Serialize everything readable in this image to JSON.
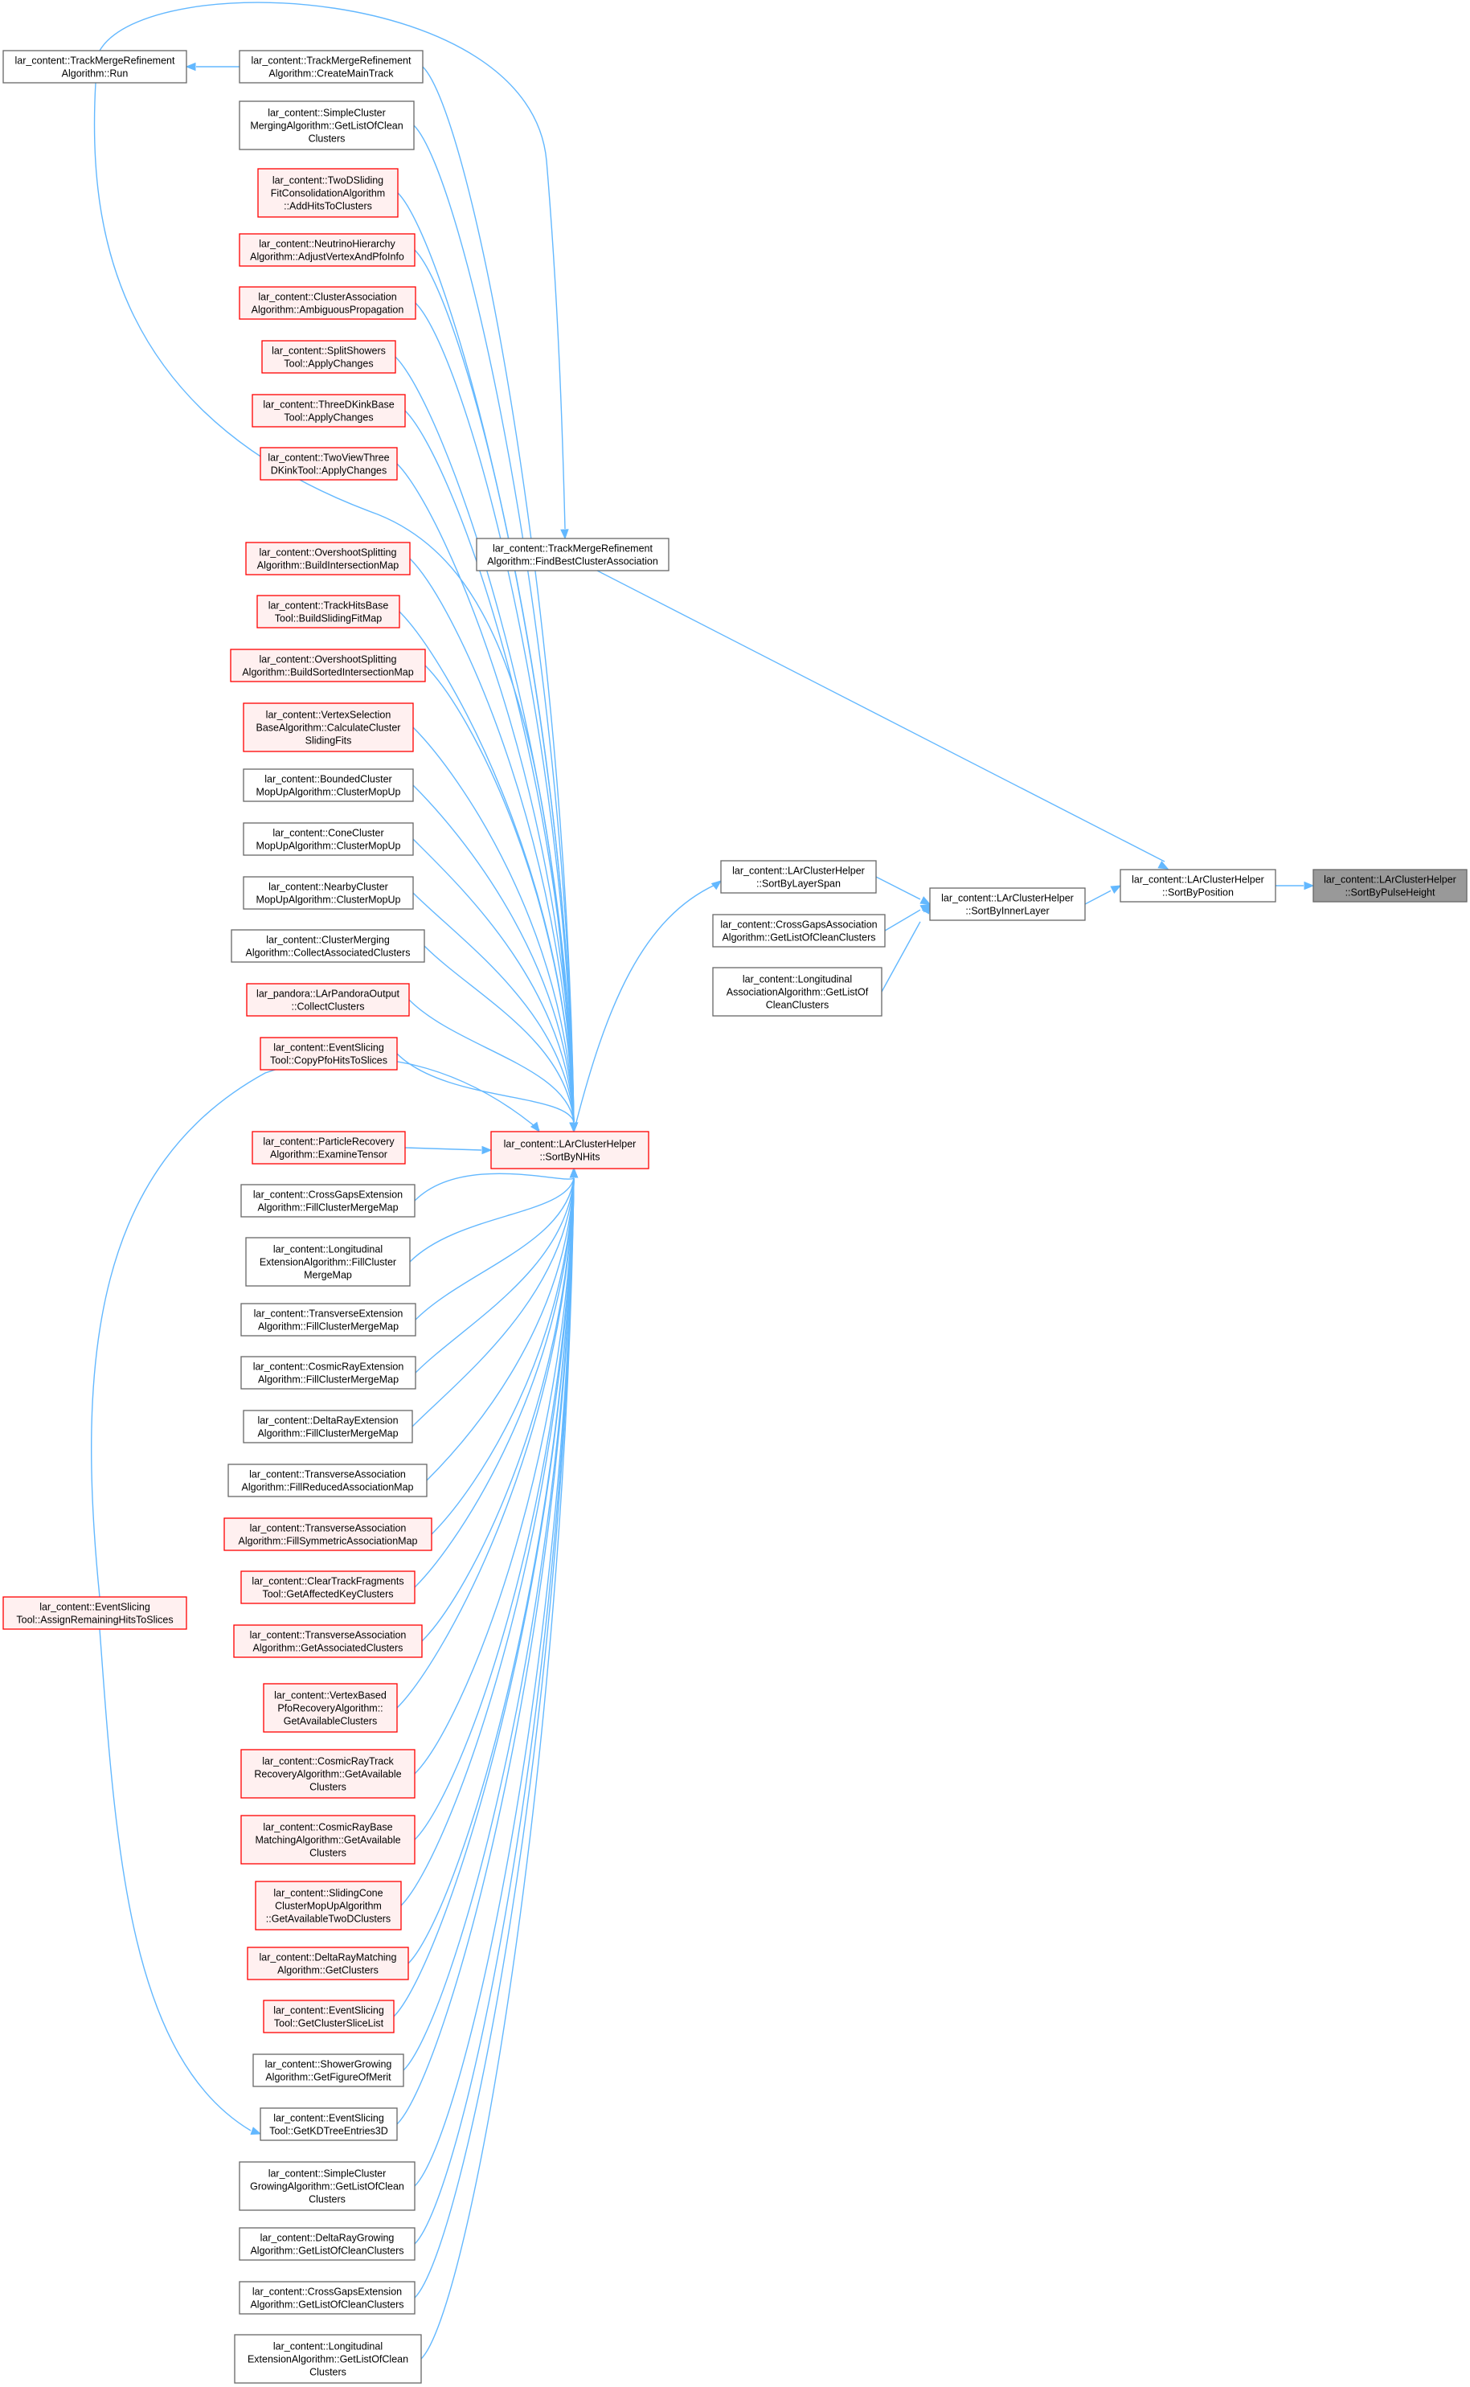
{
  "colors": {
    "edge": "#63b8ff",
    "node_fill": "#ffffff",
    "node_border": "#666666",
    "truncated_fill": "#fff0f0",
    "truncated_border": "#ff0000",
    "focus_fill": "#999999",
    "focus_border": "#666666"
  },
  "nodes": {
    "n_target": {
      "lines": [
        "lar_content::LArClusterHelper",
        "::SortByPulseHeight"
      ],
      "style": "focus"
    },
    "n_sortbypos": {
      "lines": [
        "lar_content::LArClusterHelper",
        "::SortByPosition"
      ],
      "style": "normal"
    },
    "n_sortinner": {
      "lines": [
        "lar_content::LArClusterHelper",
        "::SortByInnerLayer"
      ],
      "style": "normal"
    },
    "n_sortlayerspan": {
      "lines": [
        "lar_content::LArClusterHelper",
        "::SortByLayerSpan"
      ],
      "style": "normal"
    },
    "n_cgassoc": {
      "lines": [
        "lar_content::CrossGapsAssociation",
        "Algorithm::GetListOfCleanClusters"
      ],
      "style": "normal"
    },
    "n_longassoc": {
      "lines": [
        "lar_content::Longitudinal",
        "AssociationAlgorithm::GetListOf",
        "CleanClusters"
      ],
      "style": "normal"
    },
    "n_findbest": {
      "lines": [
        "lar_content::TrackMergeRefinement",
        "Algorithm::FindBestClusterAssociation"
      ],
      "style": "normal"
    },
    "n_sortbynhits": {
      "lines": [
        "lar_content::LArClusterHelper",
        "::SortByNHits"
      ],
      "style": "truncated"
    },
    "n_run": {
      "lines": [
        "lar_content::TrackMergeRefinement",
        "Algorithm::Run"
      ],
      "style": "normal"
    },
    "n_createmain": {
      "lines": [
        "lar_content::TrackMergeRefinement",
        "Algorithm::CreateMainTrack"
      ],
      "style": "normal"
    },
    "n_simplemerging": {
      "lines": [
        "lar_content::SimpleCluster",
        "MergingAlgorithm::GetListOfClean",
        "Clusters"
      ],
      "style": "normal"
    },
    "n_twodsliding": {
      "lines": [
        "lar_content::TwoDSliding",
        "FitConsolidationAlgorithm",
        "::AddHitsToClusters"
      ],
      "style": "truncated"
    },
    "n_neutrinohier": {
      "lines": [
        "lar_content::NeutrinoHierarchy",
        "Algorithm::AdjustVertexAndPfoInfo"
      ],
      "style": "truncated"
    },
    "n_clusterassoc": {
      "lines": [
        "lar_content::ClusterAssociation",
        "Algorithm::AmbiguousPropagation"
      ],
      "style": "truncated"
    },
    "n_splitshowers": {
      "lines": [
        "lar_content::SplitShowers",
        "Tool::ApplyChanges"
      ],
      "style": "truncated"
    },
    "n_threedkink": {
      "lines": [
        "lar_content::ThreeDKinkBase",
        "Tool::ApplyChanges"
      ],
      "style": "truncated"
    },
    "n_twoviewthree": {
      "lines": [
        "lar_content::TwoViewThree",
        "DKinkTool::ApplyChanges"
      ],
      "style": "truncated"
    },
    "n_overshoot1": {
      "lines": [
        "lar_content::OvershootSplitting",
        "Algorithm::BuildIntersectionMap"
      ],
      "style": "truncated"
    },
    "n_trackhitsbase": {
      "lines": [
        "lar_content::TrackHitsBase",
        "Tool::BuildSlidingFitMap"
      ],
      "style": "truncated"
    },
    "n_overshoot2": {
      "lines": [
        "lar_content::OvershootSplitting",
        "Algorithm::BuildSortedIntersectionMap"
      ],
      "style": "truncated"
    },
    "n_vertexsel": {
      "lines": [
        "lar_content::VertexSelection",
        "BaseAlgorithm::CalculateCluster",
        "SlidingFits"
      ],
      "style": "truncated"
    },
    "n_boundedcluster": {
      "lines": [
        "lar_content::BoundedCluster",
        "MopUpAlgorithm::ClusterMopUp"
      ],
      "style": "normal"
    },
    "n_conecluster": {
      "lines": [
        "lar_content::ConeCluster",
        "MopUpAlgorithm::ClusterMopUp"
      ],
      "style": "normal"
    },
    "n_nearbycluster": {
      "lines": [
        "lar_content::NearbyCluster",
        "MopUpAlgorithm::ClusterMopUp"
      ],
      "style": "normal"
    },
    "n_clustermerging": {
      "lines": [
        "lar_content::ClusterMerging",
        "Algorithm::CollectAssociatedClusters"
      ],
      "style": "normal"
    },
    "n_larpandora": {
      "lines": [
        "lar_pandora::LArPandoraOutput",
        "::CollectClusters"
      ],
      "style": "truncated"
    },
    "n_eventslicing_copy": {
      "lines": [
        "lar_content::EventSlicing",
        "Tool::CopyPfoHitsToSlices"
      ],
      "style": "truncated"
    },
    "n_particlerecovery": {
      "lines": [
        "lar_content::ParticleRecovery",
        "Algorithm::ExamineTensor"
      ],
      "style": "truncated"
    },
    "n_cgextension": {
      "lines": [
        "lar_content::CrossGapsExtension",
        "Algorithm::FillClusterMergeMap"
      ],
      "style": "normal"
    },
    "n_longext": {
      "lines": [
        "lar_content::Longitudinal",
        "ExtensionAlgorithm::FillCluster",
        "MergeMap"
      ],
      "style": "normal"
    },
    "n_transext": {
      "lines": [
        "lar_content::TransverseExtension",
        "Algorithm::FillClusterMergeMap"
      ],
      "style": "normal"
    },
    "n_cosmicext": {
      "lines": [
        "lar_content::CosmicRayExtension",
        "Algorithm::FillClusterMergeMap"
      ],
      "style": "normal"
    },
    "n_deltaext": {
      "lines": [
        "lar_content::DeltaRayExtension",
        "Algorithm::FillClusterMergeMap"
      ],
      "style": "normal"
    },
    "n_transassoc1": {
      "lines": [
        "lar_content::TransverseAssociation",
        "Algorithm::FillReducedAssociationMap"
      ],
      "style": "normal"
    },
    "n_transassoc2": {
      "lines": [
        "lar_content::TransverseAssociation",
        "Algorithm::FillSymmetricAssociationMap"
      ],
      "style": "truncated"
    },
    "n_cleartrack": {
      "lines": [
        "lar_content::ClearTrackFragments",
        "Tool::GetAffectedKeyClusters"
      ],
      "style": "truncated"
    },
    "n_transassoc3": {
      "lines": [
        "lar_content::TransverseAssociation",
        "Algorithm::GetAssociatedClusters"
      ],
      "style": "truncated"
    },
    "n_vertexbased": {
      "lines": [
        "lar_content::VertexBased",
        "PfoRecoveryAlgorithm::",
        "GetAvailableClusters"
      ],
      "style": "truncated"
    },
    "n_cosmictrack": {
      "lines": [
        "lar_content::CosmicRayTrack",
        "RecoveryAlgorithm::GetAvailable",
        "Clusters"
      ],
      "style": "truncated"
    },
    "n_cosmicbase": {
      "lines": [
        "lar_content::CosmicRayBase",
        "MatchingAlgorithm::GetAvailable",
        "Clusters"
      ],
      "style": "truncated"
    },
    "n_slidingcone": {
      "lines": [
        "lar_content::SlidingCone",
        "ClusterMopUpAlgorithm",
        "::GetAvailableTwoDClusters"
      ],
      "style": "truncated"
    },
    "n_deltamatching": {
      "lines": [
        "lar_content::DeltaRayMatching",
        "Algorithm::GetClusters"
      ],
      "style": "truncated"
    },
    "n_eventslicing_list": {
      "lines": [
        "lar_content::EventSlicing",
        "Tool::GetClusterSliceList"
      ],
      "style": "truncated"
    },
    "n_showergrowing": {
      "lines": [
        "lar_content::ShowerGrowing",
        "Algorithm::GetFigureOfMerit"
      ],
      "style": "normal"
    },
    "n_eventslicing_kd": {
      "lines": [
        "lar_content::EventSlicing",
        "Tool::GetKDTreeEntries3D"
      ],
      "style": "normal"
    },
    "n_simplegrowing": {
      "lines": [
        "lar_content::SimpleCluster",
        "GrowingAlgorithm::GetListOfClean",
        "Clusters"
      ],
      "style": "normal"
    },
    "n_deltagrowing": {
      "lines": [
        "lar_content::DeltaRayGrowing",
        "Algorithm::GetListOfCleanClusters"
      ],
      "style": "normal"
    },
    "n_cgext2": {
      "lines": [
        "lar_content::CrossGapsExtension",
        "Algorithm::GetListOfCleanClusters"
      ],
      "style": "normal"
    },
    "n_longext2": {
      "lines": [
        "lar_content::Longitudinal",
        "ExtensionAlgorithm::GetListOfClean",
        "Clusters"
      ],
      "style": "normal"
    },
    "n_eventslicing_assign": {
      "lines": [
        "lar_content::EventSlicing",
        "Tool::AssignRemainingHitsToSlices"
      ],
      "style": "truncated"
    }
  },
  "edges": [
    [
      "n_sortbypos",
      "n_target"
    ],
    [
      "n_sortinner",
      "n_sortbypos"
    ],
    [
      "n_findbest",
      "n_sortbypos"
    ],
    [
      "n_sortlayerspan",
      "n_sortinner"
    ],
    [
      "n_cgassoc",
      "n_sortinner"
    ],
    [
      "n_longassoc",
      "n_sortinner"
    ],
    [
      "n_sortbynhits",
      "n_sortlayerspan"
    ],
    [
      "n_run",
      "n_findbest"
    ],
    [
      "n_createmain",
      "n_run"
    ],
    [
      "n_eventslicing_assign",
      "n_eventslicing_kd"
    ],
    [
      "n_run",
      "n_sortbynhits"
    ],
    [
      "n_createmain",
      "n_sortbynhits"
    ],
    [
      "n_simplemerging",
      "n_sortbynhits"
    ],
    [
      "n_twodsliding",
      "n_sortbynhits"
    ],
    [
      "n_neutrinohier",
      "n_sortbynhits"
    ],
    [
      "n_clusterassoc",
      "n_sortbynhits"
    ],
    [
      "n_splitshowers",
      "n_sortbynhits"
    ],
    [
      "n_threedkink",
      "n_sortbynhits"
    ],
    [
      "n_twoviewthree",
      "n_sortbynhits"
    ],
    [
      "n_overshoot1",
      "n_sortbynhits"
    ],
    [
      "n_trackhitsbase",
      "n_sortbynhits"
    ],
    [
      "n_overshoot2",
      "n_sortbynhits"
    ],
    [
      "n_vertexsel",
      "n_sortbynhits"
    ],
    [
      "n_boundedcluster",
      "n_sortbynhits"
    ],
    [
      "n_conecluster",
      "n_sortbynhits"
    ],
    [
      "n_nearbycluster",
      "n_sortbynhits"
    ],
    [
      "n_clustermerging",
      "n_sortbynhits"
    ],
    [
      "n_larpandora",
      "n_sortbynhits"
    ],
    [
      "n_eventslicing_copy",
      "n_sortbynhits"
    ],
    [
      "n_particlerecovery",
      "n_sortbynhits"
    ],
    [
      "n_cgextension",
      "n_sortbynhits"
    ],
    [
      "n_longext",
      "n_sortbynhits"
    ],
    [
      "n_transext",
      "n_sortbynhits"
    ],
    [
      "n_cosmicext",
      "n_sortbynhits"
    ],
    [
      "n_deltaext",
      "n_sortbynhits"
    ],
    [
      "n_transassoc1",
      "n_sortbynhits"
    ],
    [
      "n_transassoc2",
      "n_sortbynhits"
    ],
    [
      "n_cleartrack",
      "n_sortbynhits"
    ],
    [
      "n_transassoc3",
      "n_sortbynhits"
    ],
    [
      "n_vertexbased",
      "n_sortbynhits"
    ],
    [
      "n_cosmictrack",
      "n_sortbynhits"
    ],
    [
      "n_cosmicbase",
      "n_sortbynhits"
    ],
    [
      "n_slidingcone",
      "n_sortbynhits"
    ],
    [
      "n_deltamatching",
      "n_sortbynhits"
    ],
    [
      "n_eventslicing_list",
      "n_sortbynhits"
    ],
    [
      "n_showergrowing",
      "n_sortbynhits"
    ],
    [
      "n_eventslicing_kd",
      "n_sortbynhits"
    ],
    [
      "n_simplegrowing",
      "n_sortbynhits"
    ],
    [
      "n_deltagrowing",
      "n_sortbynhits"
    ],
    [
      "n_cgext2",
      "n_sortbynhits"
    ],
    [
      "n_longext2",
      "n_sortbynhits"
    ],
    [
      "n_eventslicing_assign",
      "n_sortbynhits"
    ]
  ]
}
